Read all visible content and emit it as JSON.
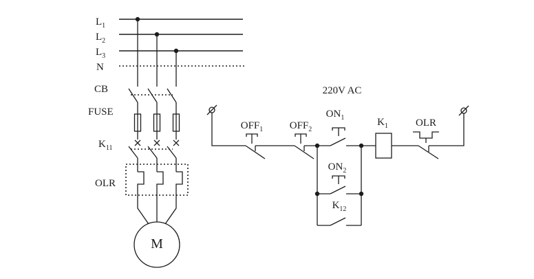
{
  "title": "motor-control-circuit-diagram",
  "colors": {
    "line": "#1c1c1c",
    "bg": "#ffffff"
  },
  "power": {
    "l1": {
      "base": "L",
      "sub": "1"
    },
    "l2": {
      "base": "L",
      "sub": "2"
    },
    "l3": {
      "base": "L",
      "sub": "3"
    },
    "n": {
      "base": "N",
      "sub": ""
    },
    "cb": {
      "base": "CB",
      "sub": ""
    },
    "fuse": {
      "base": "FUSE",
      "sub": ""
    },
    "k11": {
      "base": "K",
      "sub": "11"
    },
    "olr": {
      "base": "OLR",
      "sub": ""
    },
    "motor": "M"
  },
  "control": {
    "voltage": "220V AC",
    "off1": {
      "base": "OFF",
      "sub": "1"
    },
    "off2": {
      "base": "OFF",
      "sub": "2"
    },
    "on1": {
      "base": "ON",
      "sub": "1"
    },
    "on2": {
      "base": "ON",
      "sub": "2"
    },
    "k1": {
      "base": "K",
      "sub": "1"
    },
    "k12": {
      "base": "K",
      "sub": "12"
    },
    "olr": {
      "base": "OLR",
      "sub": ""
    }
  }
}
